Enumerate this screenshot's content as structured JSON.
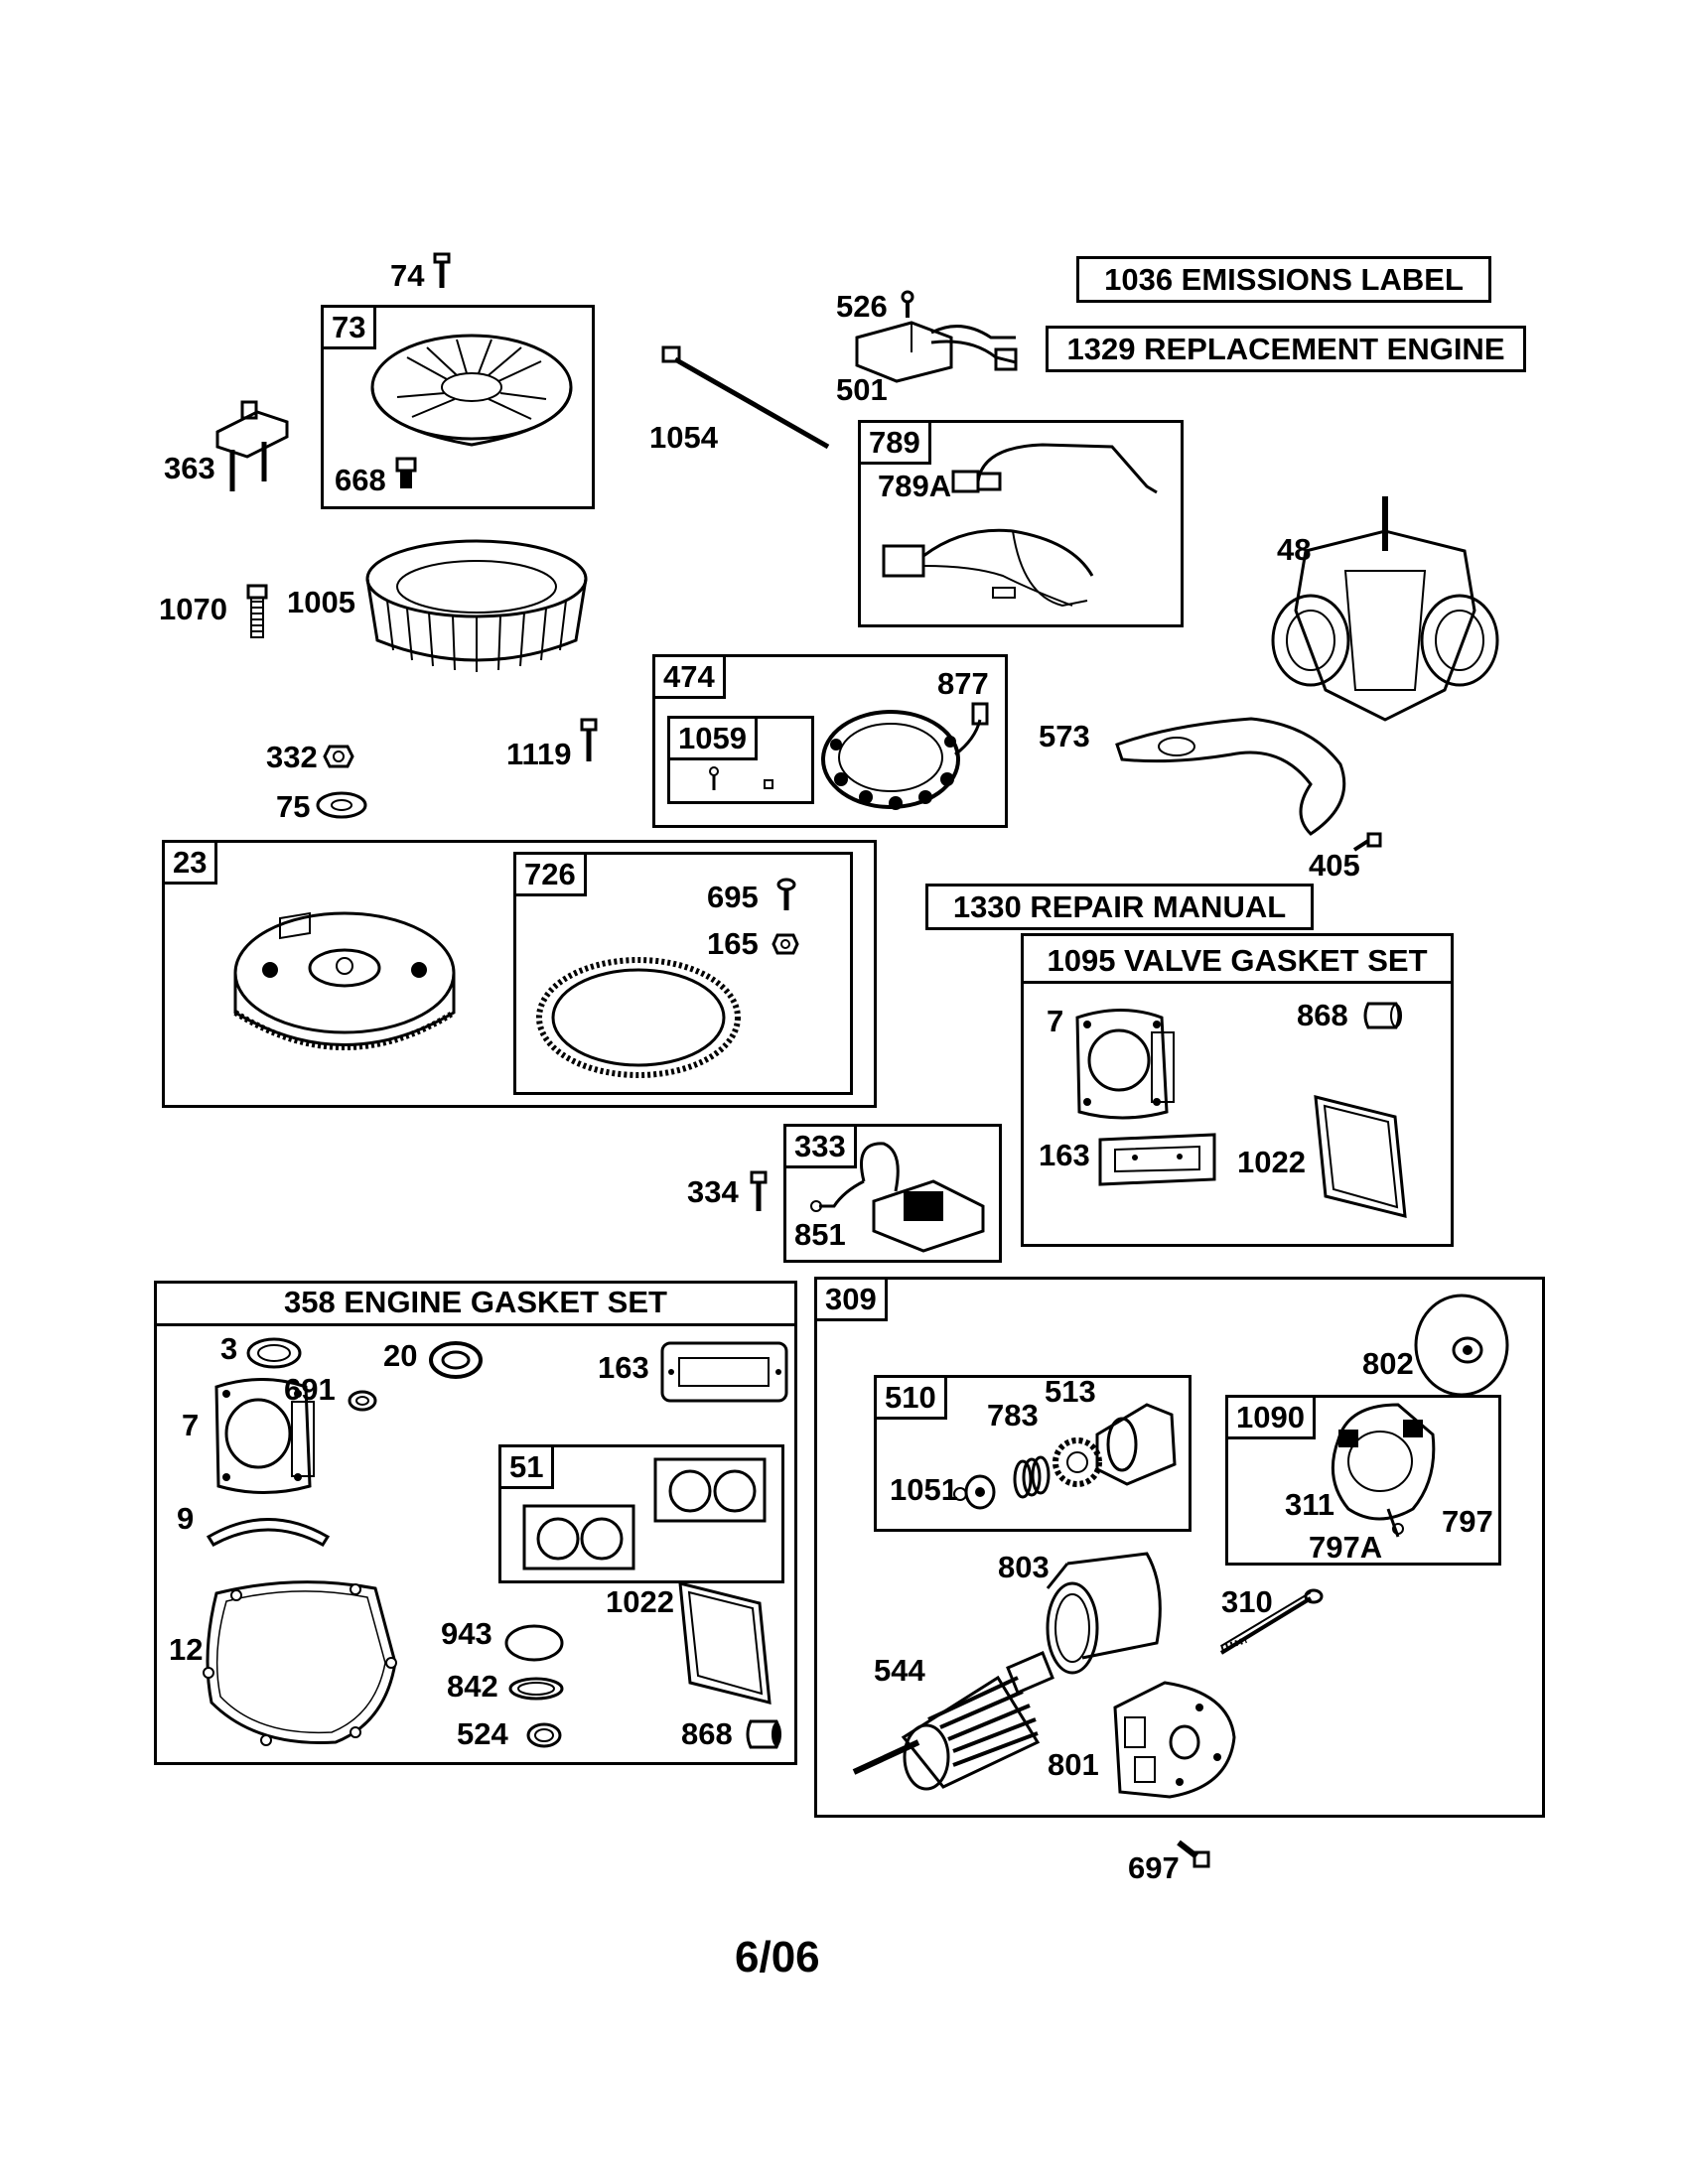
{
  "banners": {
    "emissions_label": "1036 EMISSIONS LABEL",
    "replacement_engine": "1329 REPLACEMENT ENGINE",
    "repair_manual": "1330 REPAIR MANUAL"
  },
  "group_titles": {
    "valve_gasket_set": "1095 VALVE GASKET SET",
    "engine_gasket_set": "358 ENGINE GASKET SET"
  },
  "box_tags": {
    "b73": "73",
    "b789": "789",
    "b474": "474",
    "b1059": "1059",
    "b23": "23",
    "b726": "726",
    "b333": "333",
    "b51": "51",
    "b309": "309",
    "b510": "510",
    "b1090": "1090"
  },
  "part_numbers": {
    "p74": "74",
    "p363": "363",
    "p668": "668",
    "p1070": "1070",
    "p1005": "1005",
    "p332": "332",
    "p75": "75",
    "p1119": "1119",
    "p1054": "1054",
    "p526": "526",
    "p501": "501",
    "p789a": "789A",
    "p48": "48",
    "p877": "877",
    "p573": "573",
    "p405": "405",
    "p695": "695",
    "p165": "165",
    "p7_valve": "7",
    "p868_valve": "868",
    "p163_valve": "163",
    "p1022_valve": "1022",
    "p334": "334",
    "p851": "851",
    "p3": "3",
    "p20": "20",
    "p163_eng": "163",
    "p691": "691",
    "p7_eng": "7",
    "p9": "9",
    "p12": "12",
    "p943": "943",
    "p842": "842",
    "p524": "524",
    "p1022_eng": "1022",
    "p868_eng": "868",
    "p802": "802",
    "p513": "513",
    "p783": "783",
    "p1051": "1051",
    "p311": "311",
    "p797": "797",
    "p797a": "797A",
    "p803": "803",
    "p310": "310",
    "p544": "544",
    "p801": "801",
    "p697": "697"
  },
  "footer": {
    "page": "6/06"
  }
}
